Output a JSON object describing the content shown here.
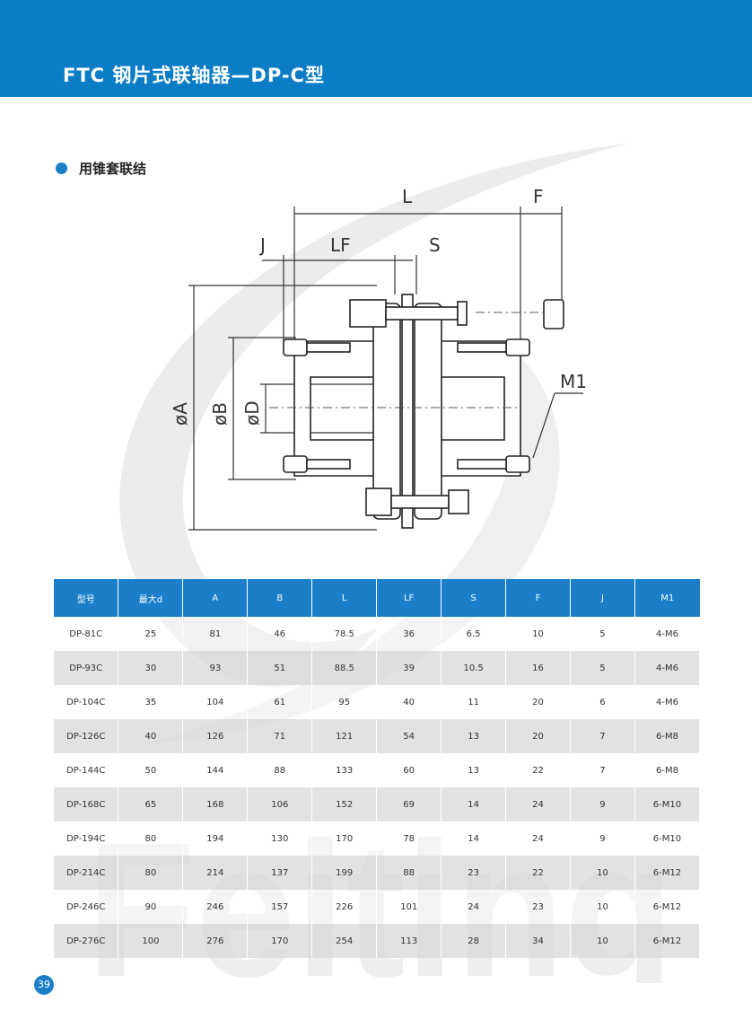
{
  "header": {
    "title": "FTC 钢片式联轴器—DP-C型"
  },
  "section": {
    "title": "用锥套联结"
  },
  "drawing": {
    "labels": {
      "L": "L",
      "F": "F",
      "J": "J",
      "LF": "LF",
      "S": "S",
      "M1": "M1",
      "A": "øA",
      "B": "øB",
      "D": "øD"
    }
  },
  "table": {
    "headers": [
      "型号",
      "最大d",
      "A",
      "B",
      "L",
      "LF",
      "S",
      "F",
      "J",
      "M1"
    ],
    "rows": [
      [
        "DP-81C",
        "25",
        "81",
        "46",
        "78.5",
        "36",
        "6.5",
        "10",
        "5",
        "4-M6"
      ],
      [
        "DP-93C",
        "30",
        "93",
        "51",
        "88.5",
        "39",
        "10.5",
        "16",
        "5",
        "4-M6"
      ],
      [
        "DP-104C",
        "35",
        "104",
        "61",
        "95",
        "40",
        "11",
        "20",
        "6",
        "4-M6"
      ],
      [
        "DP-126C",
        "40",
        "126",
        "71",
        "121",
        "54",
        "13",
        "20",
        "7",
        "6-M8"
      ],
      [
        "DP-144C",
        "50",
        "144",
        "88",
        "133",
        "60",
        "13",
        "22",
        "7",
        "6-M8"
      ],
      [
        "DP-168C",
        "65",
        "168",
        "106",
        "152",
        "69",
        "14",
        "24",
        "9",
        "6-M10"
      ],
      [
        "DP-194C",
        "80",
        "194",
        "130",
        "170",
        "78",
        "14",
        "24",
        "9",
        "6-M10"
      ],
      [
        "DP-214C",
        "80",
        "214",
        "137",
        "199",
        "88",
        "23",
        "22",
        "10",
        "6-M12"
      ],
      [
        "DP-246C",
        "90",
        "246",
        "157",
        "226",
        "101",
        "24",
        "23",
        "10",
        "6-M12"
      ],
      [
        "DP-276C",
        "100",
        "276",
        "170",
        "254",
        "113",
        "28",
        "34",
        "10",
        "6-M12"
      ]
    ]
  },
  "watermark": {
    "text": "Feiting"
  },
  "page": {
    "number": "39"
  },
  "colors": {
    "accent": "#1a7fc8",
    "header": "#0a7dc6"
  }
}
